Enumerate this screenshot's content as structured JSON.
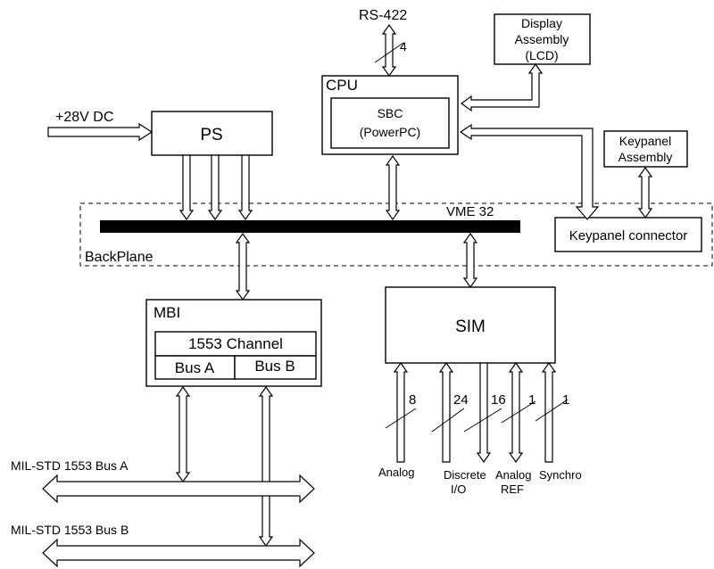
{
  "backplane": {
    "label": "BackPlane",
    "bus_label": "VME 32"
  },
  "cpu": {
    "label": "CPU",
    "sbc_line1": "SBC",
    "sbc_line2": "(PowerPC)"
  },
  "rs422": {
    "label": "RS-422",
    "width": "4"
  },
  "display": {
    "line1": "Display",
    "line2": "Assembly",
    "line3": "(LCD)"
  },
  "ps": {
    "label": "PS",
    "input_label": "+28V DC"
  },
  "keypanel": {
    "line1": "Keypanel",
    "line2": "Assembly",
    "connector_label": "Keypanel connector"
  },
  "mbi": {
    "label": "MBI",
    "channel_label": "1553 Channel",
    "bus_a_label": "Bus A",
    "bus_b_label": "Bus B"
  },
  "sim": {
    "label": "SIM",
    "signals": [
      {
        "width": "8",
        "name": "Analog",
        "name2": ""
      },
      {
        "width": "24",
        "name": "Discrete",
        "name2": "I/O"
      },
      {
        "width": "16",
        "name": "Analog",
        "name2": "REF"
      },
      {
        "width": "1",
        "name": "Synchro",
        "name2": ""
      },
      {
        "width": "1",
        "name": "",
        "name2": ""
      }
    ]
  },
  "buses": {
    "bus_a": "MIL-STD 1553 Bus A",
    "bus_b": "MIL-STD 1553 Bus B"
  }
}
